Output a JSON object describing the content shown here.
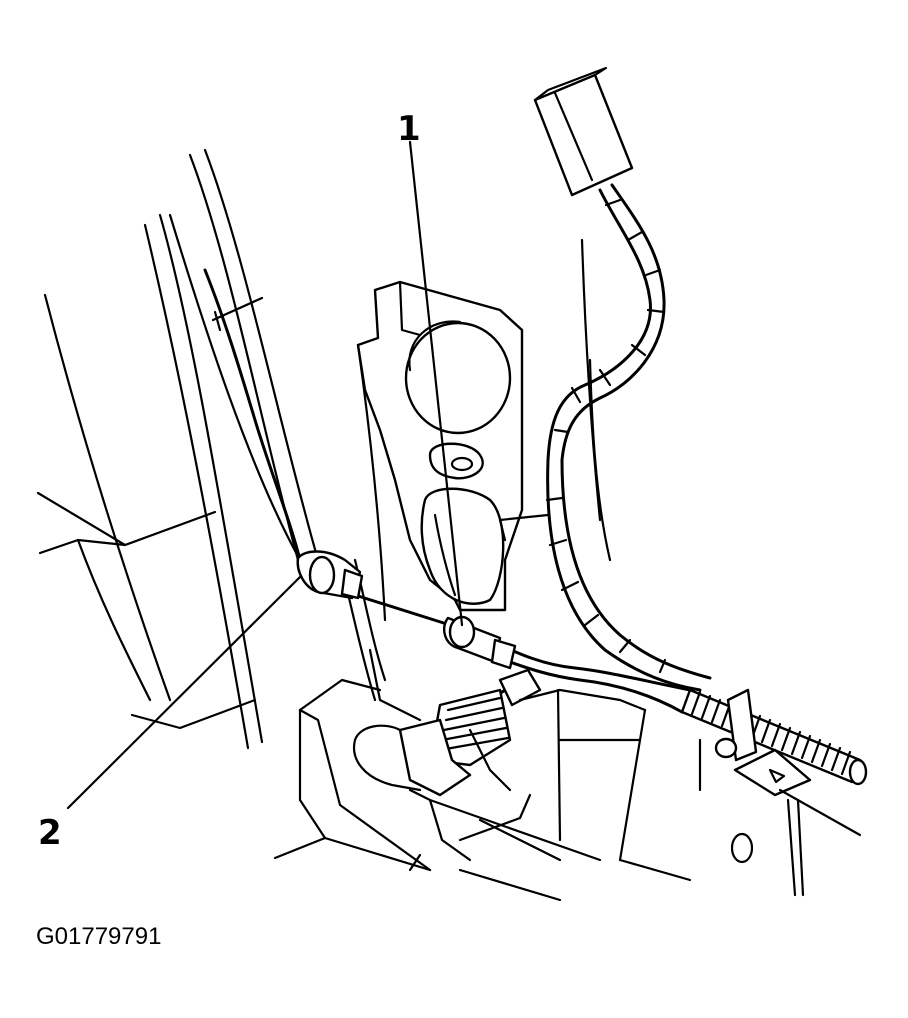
{
  "callouts": [
    {
      "number": "1"
    },
    {
      "number": "2"
    }
  ],
  "figure_id": "G01779791",
  "colors": {
    "line": "#000000",
    "background": "#ffffff"
  }
}
